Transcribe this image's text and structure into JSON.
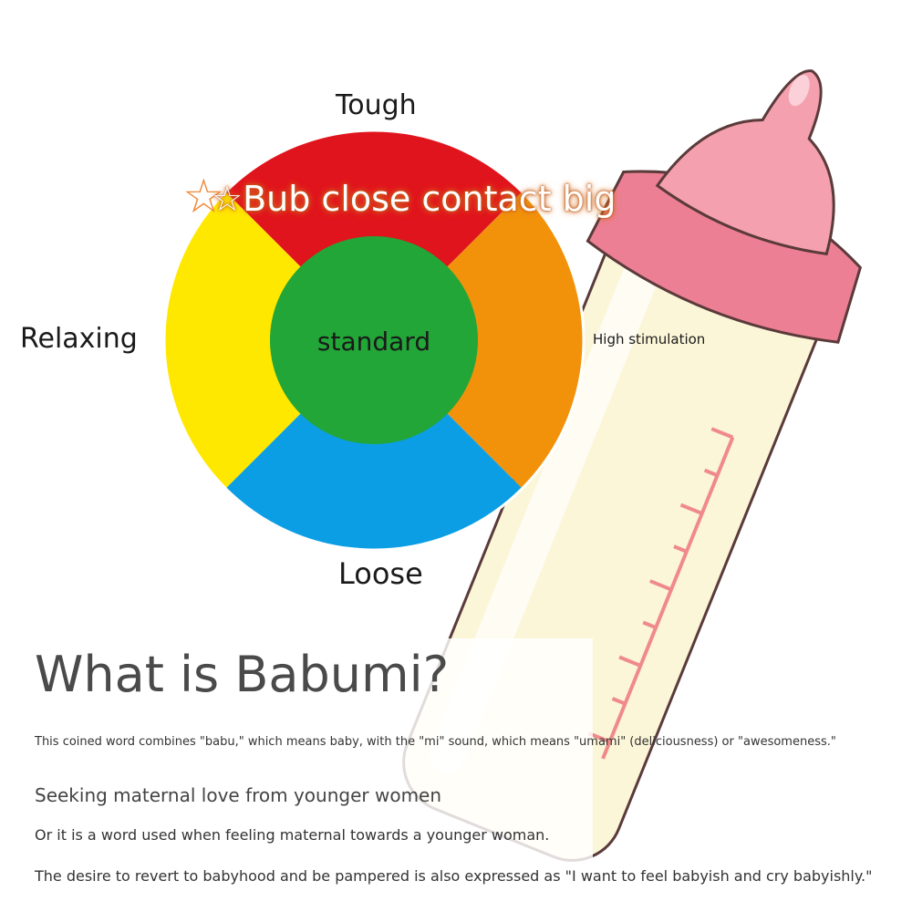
{
  "wheel": {
    "axis_top": "Tough",
    "axis_left": "Relaxing",
    "axis_right": "High stimulation",
    "axis_bottom": "Loose",
    "center": "standard",
    "colors": {
      "top": "#e0141c",
      "right": "#f2920a",
      "bottom": "#0b9ee4",
      "left": "#ffe800",
      "center": "#22a637"
    }
  },
  "banner": {
    "star": "☆",
    "text": "Bub close contact big"
  },
  "article": {
    "heading": "What is Babumi?",
    "intro": "This coined word combines \"babu,\" which means baby, with the \"mi\" sound, which means \"umami\" (deliciousness) or \"awesomeness.\"",
    "subheading": "Seeking maternal love from younger women",
    "line1": "Or it is a word used when feeling maternal towards a younger woman.",
    "line2": "The desire to revert to babyhood and be pampered is also expressed as \"I want to feel babyish and cry babyishly.\""
  }
}
